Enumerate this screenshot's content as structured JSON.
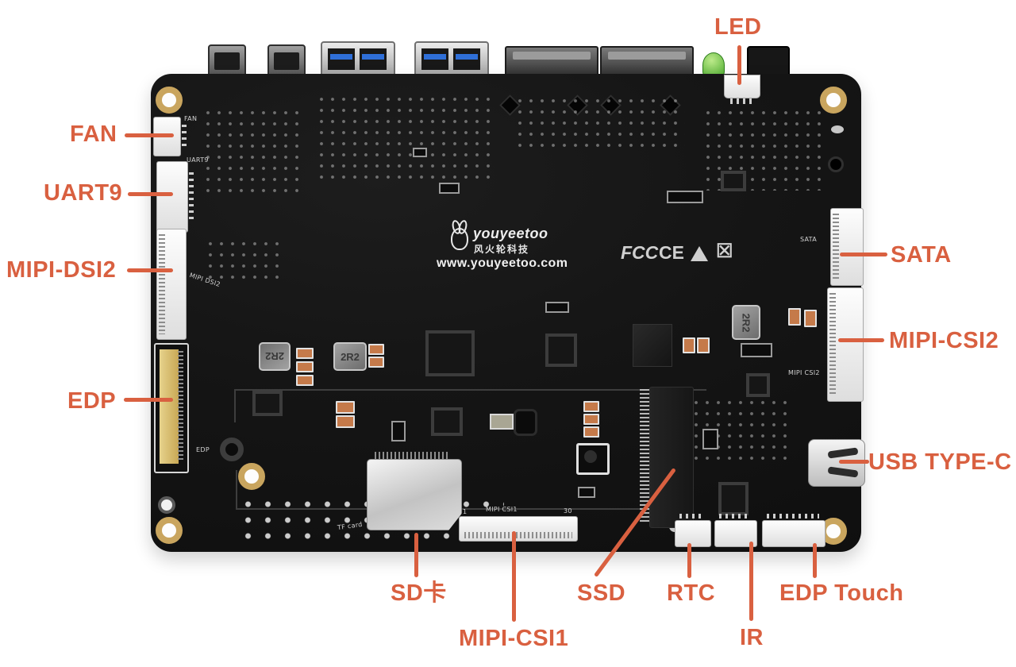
{
  "figure": {
    "background": "#ffffff",
    "accent": "#d96040"
  },
  "annotations": {
    "labels": [
      {
        "id": "fan",
        "text": "FAN"
      },
      {
        "id": "uart9",
        "text": "UART9"
      },
      {
        "id": "mipi-dsi2",
        "text": "MIPI-DSI2"
      },
      {
        "id": "edp",
        "text": "EDP"
      },
      {
        "id": "led",
        "text": "LED"
      },
      {
        "id": "sata",
        "text": "SATA"
      },
      {
        "id": "mipi-csi2",
        "text": "MIPI-CSI2"
      },
      {
        "id": "usb-type-c",
        "text": "USB TYPE-C"
      },
      {
        "id": "sd-card",
        "text": "SD卡"
      },
      {
        "id": "mipi-csi1",
        "text": "MIPI-CSI1"
      },
      {
        "id": "ssd",
        "text": "SSD"
      },
      {
        "id": "rtc",
        "text": "RTC"
      },
      {
        "id": "ir",
        "text": "IR"
      },
      {
        "id": "edp-touch",
        "text": "EDP Touch"
      }
    ]
  },
  "board": {
    "silkscreen": {
      "fan": "FAN",
      "uart9": "UART9",
      "mipi_dsi2": "MIPI DSI2",
      "edp": "EDP",
      "sata": "SATA",
      "mipi_csi2": "MIPI CSI2",
      "mipi_csi1": "MIPI CSI1",
      "pin1": "1",
      "pin30": "30",
      "tf_card": "TF card",
      "inductor": "2R2"
    },
    "logo": {
      "brand": "youyeetoo",
      "brand_cn": "风火轮科技",
      "website": "www.youyeetoo.com"
    },
    "cert": {
      "fcc": "FCC",
      "ce": "CE"
    }
  }
}
